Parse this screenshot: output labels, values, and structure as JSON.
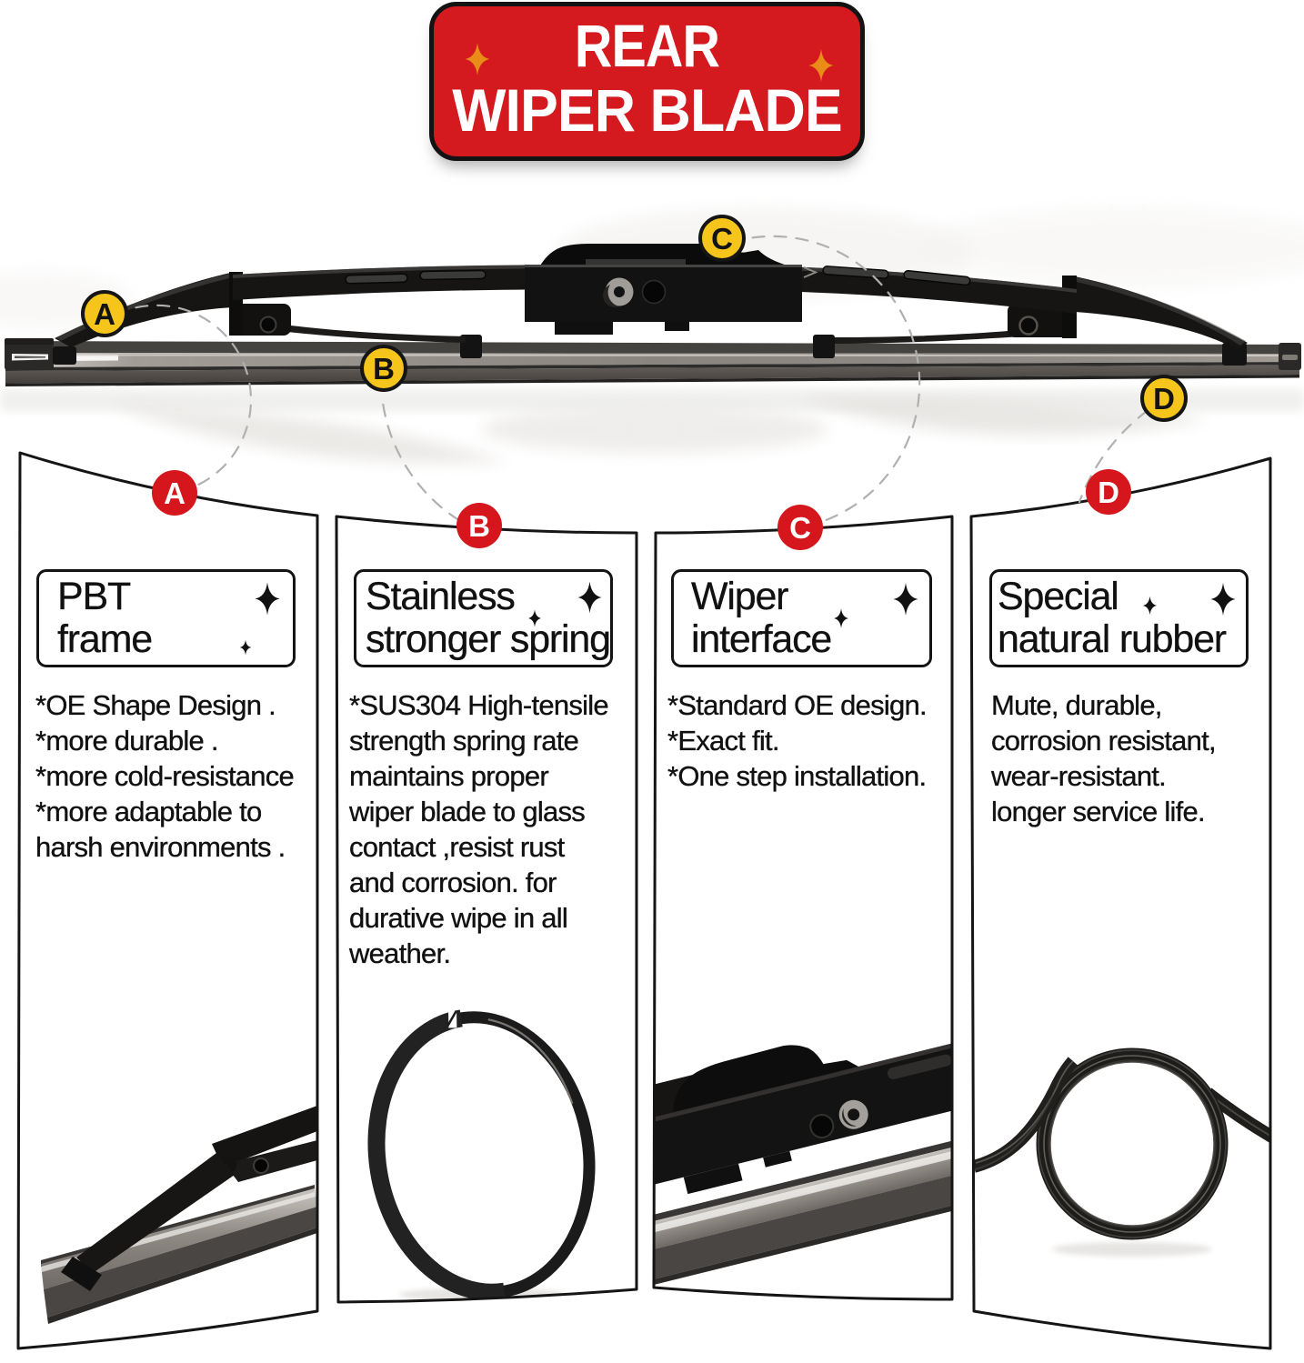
{
  "banner": {
    "line1": "REAR",
    "line2": "WIPER BLADE"
  },
  "panels": [
    {
      "letter": "A",
      "title_line1": "PBT",
      "title_line2": "frame",
      "body_lines": [
        "*OE Shape Design .",
        "*more durable .",
        "*more cold-resistance",
        "*more adaptable to",
        "harsh environments ."
      ],
      "photo": "wiper-arm-end-photo"
    },
    {
      "letter": "B",
      "title_line1": "Stainless",
      "title_line2": "stronger spring",
      "body_lines": [
        "*SUS304 High-tensile",
        "strength spring rate",
        "maintains proper",
        "wiper blade to glass",
        "contact ,resist rust",
        "and corrosion. for",
        "durative wipe in all",
        "weather."
      ],
      "photo": "steel-spring-band-photo"
    },
    {
      "letter": "C",
      "title_line1": "Wiper",
      "title_line2": "interface",
      "body_lines": [
        "*Standard OE design.",
        "*Exact fit.",
        "*One step installation."
      ],
      "photo": "wiper-interface-photo"
    },
    {
      "letter": "D",
      "title_line1": "Special",
      "title_line2": "natural rubber",
      "body_lines": [
        "Mute, durable,",
        "corrosion resistant,",
        "wear-resistant.",
        "longer service life."
      ],
      "photo": "coiled-rubber-strip-photo"
    }
  ],
  "colors": {
    "banner_red": "#d4191f",
    "marker_yellow": "#f5c51b",
    "marker_red": "#d5171d",
    "panel_border": "#151515",
    "text": "#111111",
    "dash_gray": "#b0b0b0",
    "sparkle_orange": "#ea8c18"
  }
}
